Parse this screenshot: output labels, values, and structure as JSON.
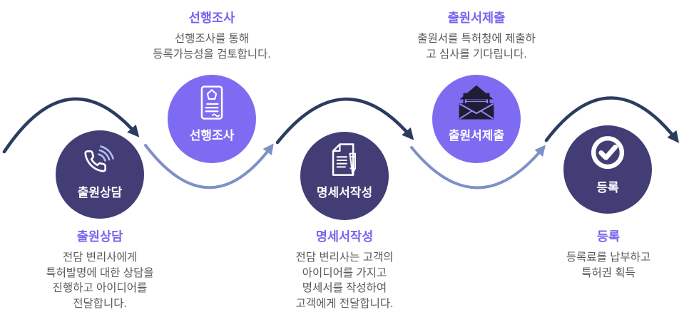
{
  "colors": {
    "dark_circle": "#423e75",
    "purple_circle": "#7d6cf2",
    "dark_arrow": "#2c3b60",
    "light_arrow": "#7e90c6",
    "title_text": "#7565ee",
    "body_text": "#58585a",
    "circle_label": "#ffffff",
    "icon_stroke": "#ffffff",
    "phone_waves": "#b3bff0",
    "envelope_dark": "#1d1d33",
    "letter_fill": "#9184f4"
  },
  "steps": [
    {
      "id": "consultation",
      "label": "출원상담",
      "title": "출원상담",
      "icon": "phone-icon",
      "circle_style": "dark",
      "text_position": "below",
      "desc_lines": [
        "전담 변리사에게",
        "특허발명에 대한 상담을",
        "진행하고 아이디어를",
        "전달합니다."
      ]
    },
    {
      "id": "prior-art-search",
      "label": "선행조사",
      "title": "선행조사",
      "icon": "prior-art-document-icon",
      "circle_style": "purple",
      "text_position": "above",
      "desc_lines": [
        "선행조사를 통해",
        "등록가능성을 검토합니다."
      ]
    },
    {
      "id": "specification-writing",
      "label": "명세서작성",
      "title": "명세서작성",
      "icon": "specification-document-icon",
      "circle_style": "dark",
      "text_position": "below",
      "desc_lines": [
        "전담 변리사는 고객의",
        "아이디어를 가지고",
        "명세서를 작성하여",
        "고객에게 전달합니다."
      ]
    },
    {
      "id": "application-submission",
      "label": "출원서제출",
      "title": "출원서제출",
      "icon": "envelope-icon",
      "circle_style": "purple",
      "text_position": "above",
      "desc_lines": [
        "출원서를 특허청에 제출하",
        "고 심사를 기다립니다."
      ]
    },
    {
      "id": "registration",
      "label": "등록",
      "title": "등록",
      "icon": "check-icon",
      "circle_style": "dark",
      "text_position": "below",
      "desc_lines": [
        "등록료를 납부하고",
        "특허권 획득"
      ]
    }
  ]
}
